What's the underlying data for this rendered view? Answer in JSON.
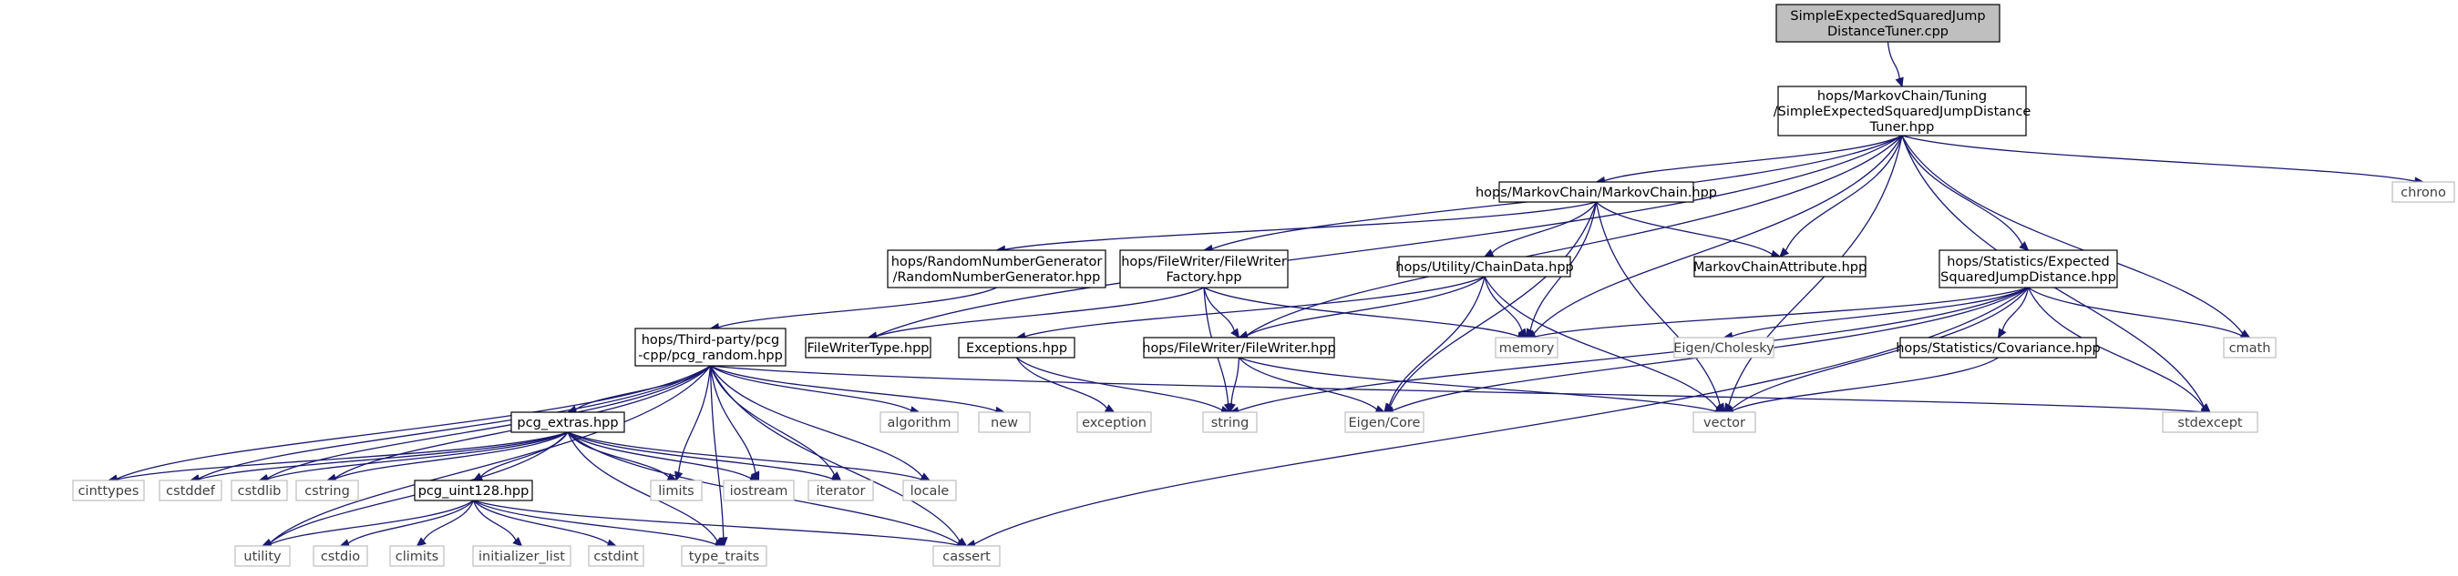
{
  "colors": {
    "root_fill": "#bfbfbf",
    "node_border": "#000000",
    "ext_border": "#bfbfbf",
    "edge": "#191970"
  },
  "nodes": [
    {
      "id": "root",
      "lines": [
        "SimpleExpectedSquaredJump",
        "DistanceTuner.cpp"
      ],
      "kind": "root"
    },
    {
      "id": "tuner",
      "lines": [
        "hops/MarkovChain/Tuning",
        "/SimpleExpectedSquaredJumpDistance",
        "Tuner.hpp"
      ],
      "kind": "internal"
    },
    {
      "id": "chrono",
      "lines": [
        "chrono"
      ],
      "kind": "external"
    },
    {
      "id": "markovchain",
      "lines": [
        "hops/MarkovChain/MarkovChain.hpp"
      ],
      "kind": "internal"
    },
    {
      "id": "rng",
      "lines": [
        "hops/RandomNumberGenerator",
        "/RandomNumberGenerator.hpp"
      ],
      "kind": "internal"
    },
    {
      "id": "fwfactory",
      "lines": [
        "hops/FileWriter/FileWriter",
        "Factory.hpp"
      ],
      "kind": "internal"
    },
    {
      "id": "chaindata",
      "lines": [
        "hops/Utility/ChainData.hpp"
      ],
      "kind": "internal"
    },
    {
      "id": "mcattr",
      "lines": [
        "MarkovChainAttribute.hpp"
      ],
      "kind": "internal"
    },
    {
      "id": "esjd",
      "lines": [
        "hops/Statistics/Expected",
        "SquaredJumpDistance.hpp"
      ],
      "kind": "internal"
    },
    {
      "id": "pcgrandom",
      "lines": [
        "hops/Third-party/pcg",
        "-cpp/pcg_random.hpp"
      ],
      "kind": "internal"
    },
    {
      "id": "fwtype",
      "lines": [
        "FileWriterType.hpp"
      ],
      "kind": "internal"
    },
    {
      "id": "exceptions",
      "lines": [
        "Exceptions.hpp"
      ],
      "kind": "internal"
    },
    {
      "id": "filewriter",
      "lines": [
        "hops/FileWriter/FileWriter.hpp"
      ],
      "kind": "internal"
    },
    {
      "id": "memory",
      "lines": [
        "memory"
      ],
      "kind": "external"
    },
    {
      "id": "eigencholesky",
      "lines": [
        "Eigen/Cholesky"
      ],
      "kind": "external"
    },
    {
      "id": "covariance",
      "lines": [
        "hops/Statistics/Covariance.hpp"
      ],
      "kind": "internal"
    },
    {
      "id": "cmath",
      "lines": [
        "cmath"
      ],
      "kind": "external"
    },
    {
      "id": "algorithm",
      "lines": [
        "algorithm"
      ],
      "kind": "external"
    },
    {
      "id": "new",
      "lines": [
        "new"
      ],
      "kind": "external"
    },
    {
      "id": "exception",
      "lines": [
        "exception"
      ],
      "kind": "external"
    },
    {
      "id": "string",
      "lines": [
        "string"
      ],
      "kind": "external"
    },
    {
      "id": "eigencore",
      "lines": [
        "Eigen/Core"
      ],
      "kind": "external"
    },
    {
      "id": "vector",
      "lines": [
        "vector"
      ],
      "kind": "external"
    },
    {
      "id": "stdexcept",
      "lines": [
        "stdexcept"
      ],
      "kind": "external"
    },
    {
      "id": "pcgextras",
      "lines": [
        "pcg_extras.hpp"
      ],
      "kind": "internal"
    },
    {
      "id": "cinttypes",
      "lines": [
        "cinttypes"
      ],
      "kind": "external"
    },
    {
      "id": "cstddef",
      "lines": [
        "cstddef"
      ],
      "kind": "external"
    },
    {
      "id": "cstdlib",
      "lines": [
        "cstdlib"
      ],
      "kind": "external"
    },
    {
      "id": "cstring",
      "lines": [
        "cstring"
      ],
      "kind": "external"
    },
    {
      "id": "limits",
      "lines": [
        "limits"
      ],
      "kind": "external"
    },
    {
      "id": "iostream",
      "lines": [
        "iostream"
      ],
      "kind": "external"
    },
    {
      "id": "iterator",
      "lines": [
        "iterator"
      ],
      "kind": "external"
    },
    {
      "id": "locale",
      "lines": [
        "locale"
      ],
      "kind": "external"
    },
    {
      "id": "pcguint128",
      "lines": [
        "pcg_uint128.hpp"
      ],
      "kind": "internal"
    },
    {
      "id": "utility",
      "lines": [
        "utility"
      ],
      "kind": "external"
    },
    {
      "id": "cstdio",
      "lines": [
        "cstdio"
      ],
      "kind": "external"
    },
    {
      "id": "climits",
      "lines": [
        "climits"
      ],
      "kind": "external"
    },
    {
      "id": "initializer_list",
      "lines": [
        "initializer_list"
      ],
      "kind": "external"
    },
    {
      "id": "cstdint",
      "lines": [
        "cstdint"
      ],
      "kind": "external"
    },
    {
      "id": "type_traits",
      "lines": [
        "type_traits"
      ],
      "kind": "external"
    },
    {
      "id": "cassert",
      "lines": [
        "cassert"
      ],
      "kind": "external"
    }
  ],
  "edges": [
    [
      "root",
      "tuner"
    ],
    [
      "tuner",
      "chrono"
    ],
    [
      "tuner",
      "markovchain"
    ],
    [
      "tuner",
      "fwfactory"
    ],
    [
      "tuner",
      "fwtype"
    ],
    [
      "tuner",
      "filewriter"
    ],
    [
      "tuner",
      "mcattr"
    ],
    [
      "tuner",
      "memory"
    ],
    [
      "tuner",
      "esjd"
    ],
    [
      "tuner",
      "cmath"
    ],
    [
      "tuner",
      "vector"
    ],
    [
      "tuner",
      "stdexcept"
    ],
    [
      "markovchain",
      "rng"
    ],
    [
      "markovchain",
      "chaindata"
    ],
    [
      "markovchain",
      "mcattr"
    ],
    [
      "markovchain",
      "memory"
    ],
    [
      "markovchain",
      "eigencore"
    ],
    [
      "markovchain",
      "vector"
    ],
    [
      "rng",
      "pcgrandom"
    ],
    [
      "fwfactory",
      "fwtype"
    ],
    [
      "fwfactory",
      "filewriter"
    ],
    [
      "fwfactory",
      "memory"
    ],
    [
      "fwfactory",
      "string"
    ],
    [
      "chaindata",
      "exceptions"
    ],
    [
      "chaindata",
      "filewriter"
    ],
    [
      "chaindata",
      "memory"
    ],
    [
      "chaindata",
      "eigencore"
    ],
    [
      "chaindata",
      "vector"
    ],
    [
      "esjd",
      "memory"
    ],
    [
      "esjd",
      "eigencholesky"
    ],
    [
      "esjd",
      "covariance"
    ],
    [
      "esjd",
      "cmath"
    ],
    [
      "esjd",
      "eigencore"
    ],
    [
      "esjd",
      "vector"
    ],
    [
      "esjd",
      "stdexcept"
    ],
    [
      "esjd",
      "string"
    ],
    [
      "esjd",
      "cassert"
    ],
    [
      "exceptions",
      "exception"
    ],
    [
      "exceptions",
      "string"
    ],
    [
      "filewriter",
      "string"
    ],
    [
      "filewriter",
      "eigencore"
    ],
    [
      "filewriter",
      "vector"
    ],
    [
      "covariance",
      "vector"
    ],
    [
      "pcgrandom",
      "algorithm"
    ],
    [
      "pcgrandom",
      "new"
    ],
    [
      "pcgrandom",
      "pcgextras"
    ],
    [
      "pcgrandom",
      "stdexcept"
    ],
    [
      "pcgrandom",
      "cinttypes"
    ],
    [
      "pcgrandom",
      "cstddef"
    ],
    [
      "pcgrandom",
      "cstdlib"
    ],
    [
      "pcgrandom",
      "cstring"
    ],
    [
      "pcgrandom",
      "limits"
    ],
    [
      "pcgrandom",
      "iostream"
    ],
    [
      "pcgrandom",
      "iterator"
    ],
    [
      "pcgrandom",
      "locale"
    ],
    [
      "pcgrandom",
      "utility"
    ],
    [
      "pcgrandom",
      "type_traits"
    ],
    [
      "pcgrandom",
      "cassert"
    ],
    [
      "pcgextras",
      "cinttypes"
    ],
    [
      "pcgextras",
      "cstddef"
    ],
    [
      "pcgextras",
      "cstdlib"
    ],
    [
      "pcgextras",
      "cstring"
    ],
    [
      "pcgextras",
      "limits"
    ],
    [
      "pcgextras",
      "iostream"
    ],
    [
      "pcgextras",
      "iterator"
    ],
    [
      "pcgextras",
      "locale"
    ],
    [
      "pcgextras",
      "pcguint128"
    ],
    [
      "pcgextras",
      "utility"
    ],
    [
      "pcgextras",
      "type_traits"
    ],
    [
      "pcgextras",
      "cassert"
    ],
    [
      "pcguint128",
      "utility"
    ],
    [
      "pcguint128",
      "cstdio"
    ],
    [
      "pcguint128",
      "climits"
    ],
    [
      "pcguint128",
      "initializer_list"
    ],
    [
      "pcguint128",
      "cstdint"
    ],
    [
      "pcguint128",
      "type_traits"
    ],
    [
      "pcguint128",
      "cassert"
    ]
  ]
}
